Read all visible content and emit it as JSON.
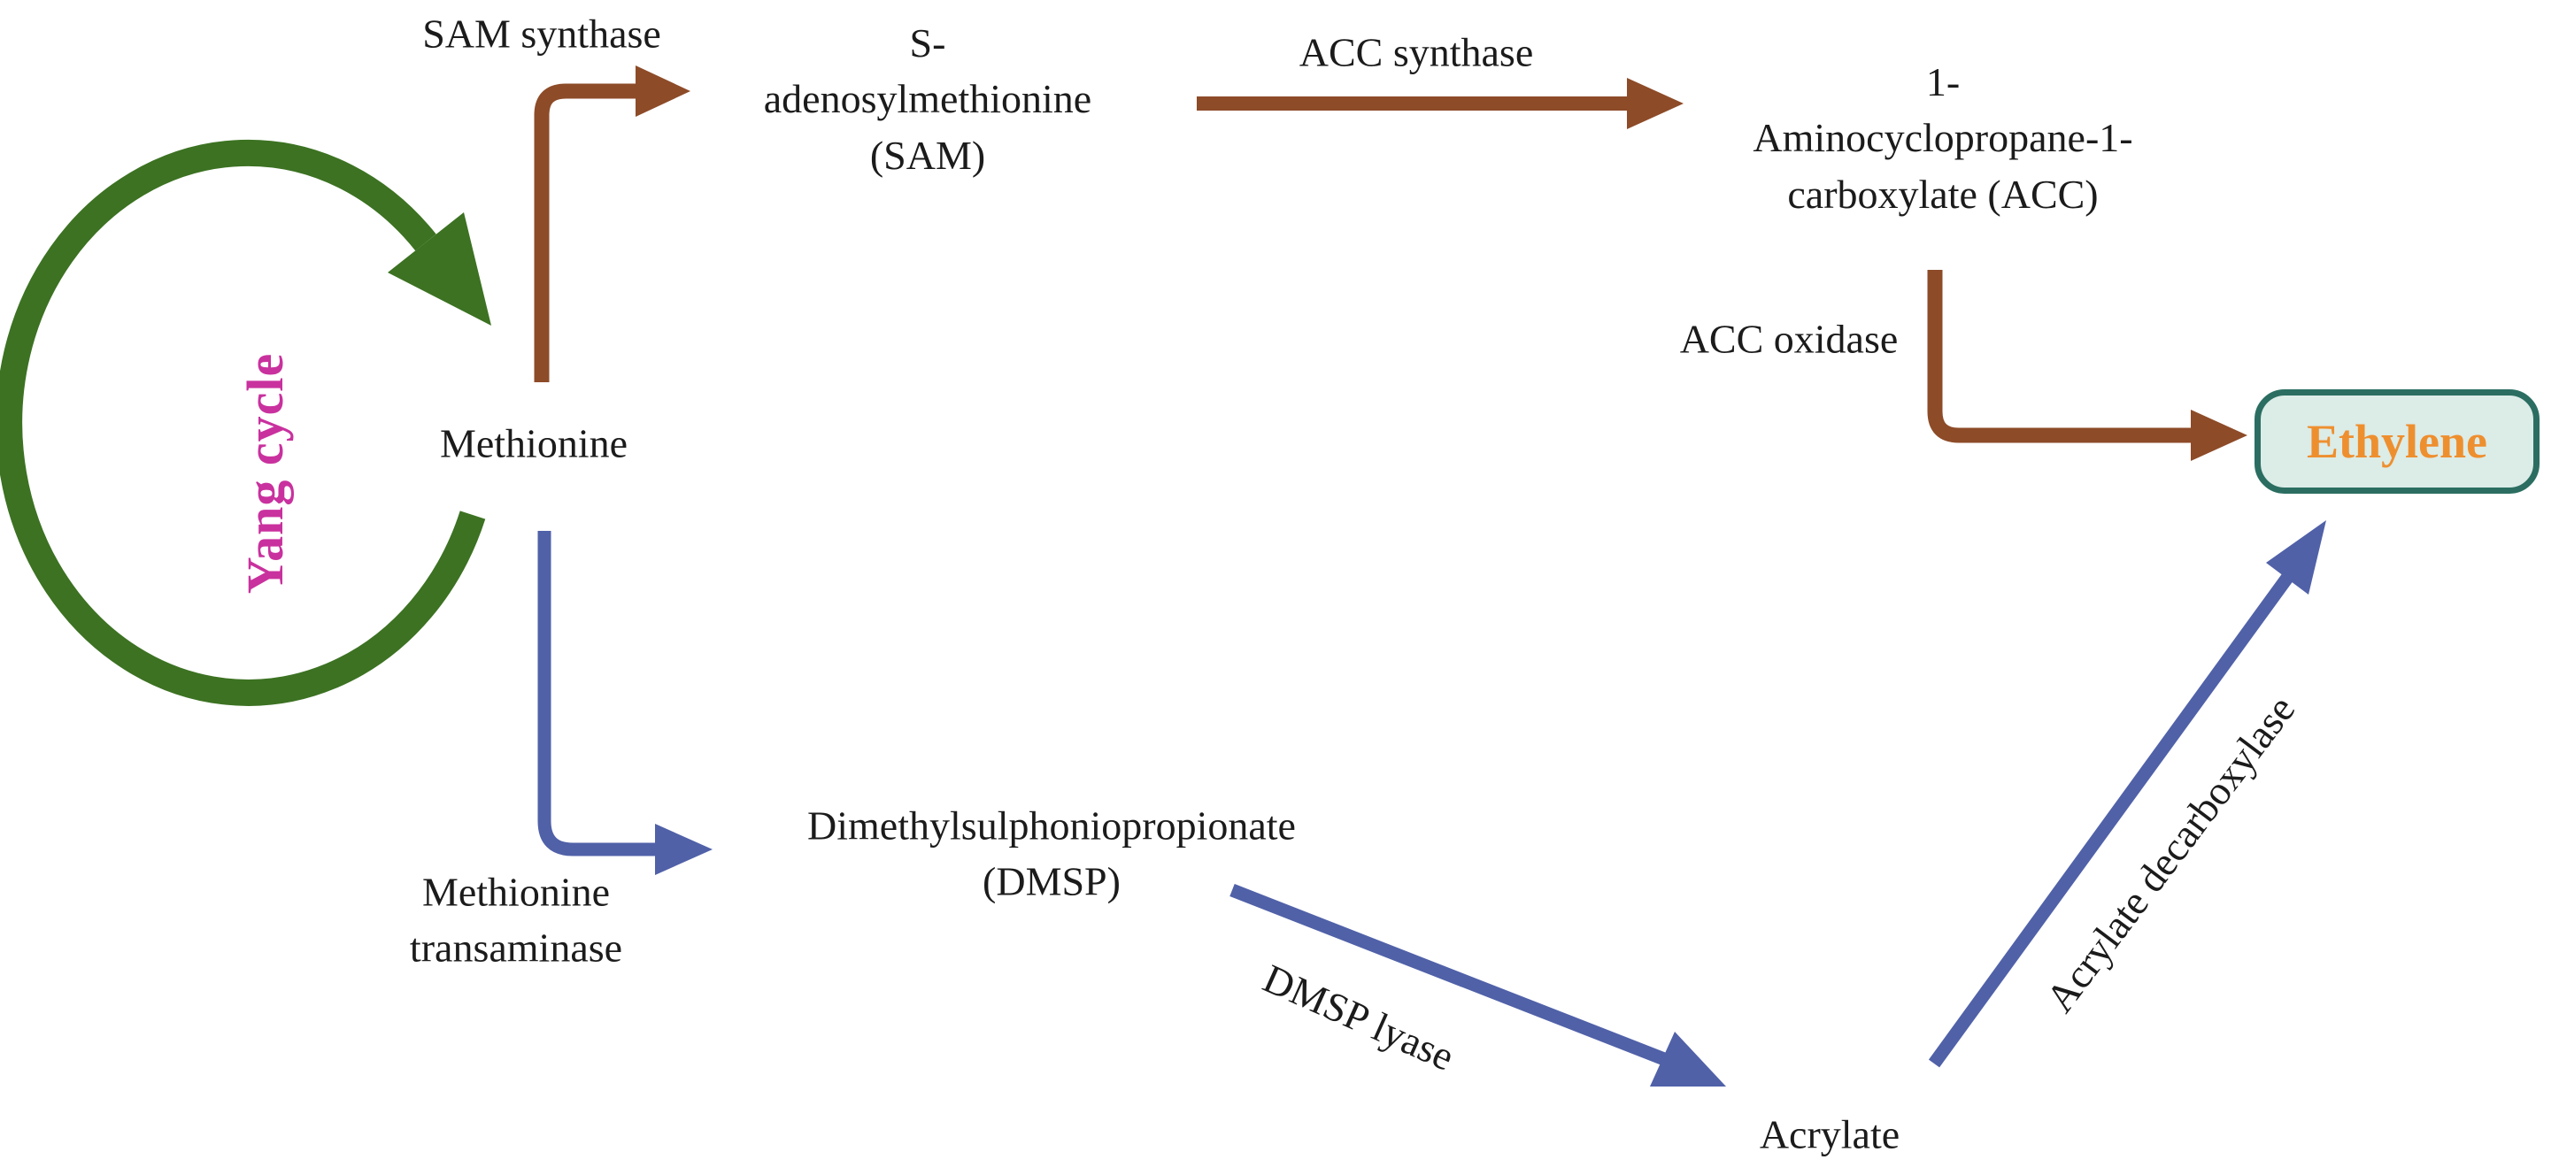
{
  "diagram": {
    "description": "Ethylene biosynthesis pathway diagram",
    "cycle": {
      "label": "Yang cycle"
    },
    "nodes": {
      "methionine": {
        "label": "Methionine"
      },
      "sam": {
        "label": "S-\nadenosylmethionine\n(SAM)"
      },
      "acc": {
        "label": "1-\nAminocyclopropane-1-\ncarboxylate (ACC)"
      },
      "dmsp": {
        "label": "Dimethylsulphoniopropionate\n(DMSP)"
      },
      "acrylate": {
        "label": "Acrylate"
      },
      "ethylene": {
        "label": "Ethylene"
      }
    },
    "enzymes": {
      "sam_synthase": {
        "label": "SAM synthase"
      },
      "acc_synthase": {
        "label": "ACC synthase"
      },
      "acc_oxidase": {
        "label": "ACC oxidase"
      },
      "methionine_transaminase": {
        "label": "Methionine\ntransaminase"
      },
      "dmsp_lyase": {
        "label": "DMSP lyase"
      },
      "acrylate_decarboxylase": {
        "label": "Acrylate decarboxylase"
      }
    },
    "colors": {
      "yang_cycle_arrow": "#3c7222",
      "yang_cycle_text": "#c9319e",
      "upper_pathway_arrows": "#8d4b28",
      "lower_pathway_arrows": "#5061a8",
      "node_text": "#1b1b1b",
      "ethylene_box_fill": "#dcece7",
      "ethylene_box_border": "#2b6e61",
      "ethylene_text": "#ee8f2f",
      "background": "#ffffff"
    }
  }
}
